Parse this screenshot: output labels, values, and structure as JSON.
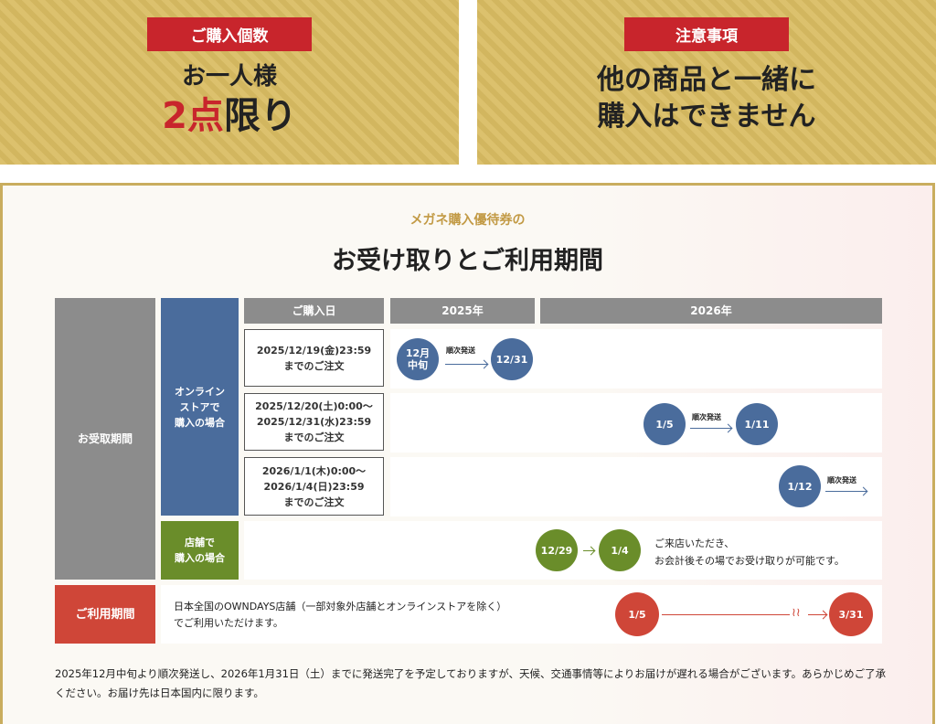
{
  "top_left": {
    "label": "ご購入個数",
    "line1": "お一人様",
    "count": "2点",
    "limit": "限り"
  },
  "top_right": {
    "label": "注意事項",
    "line1": "他の商品と一緒に",
    "line2": "購入はできません"
  },
  "section": {
    "subtitle": "メガネ購入優待券の",
    "title": "お受け取りとご利用期間"
  },
  "table": {
    "receive_label": "お受取期間",
    "online_label": "オンライン\nストアで\n購入の場合",
    "store_label": "店舗で\n購入の場合",
    "usage_label": "ご利用期間",
    "headers": [
      "ご購入日",
      "2025年",
      "2026年"
    ],
    "online_rows": [
      {
        "date": "2025/12/19(金)23:59\nまでのご注文",
        "from": "12月\n中旬",
        "ship": "順次発送",
        "to": "12/31"
      },
      {
        "date": "2025/12/20(土)0:00〜\n2025/12/31(水)23:59\nまでのご注文",
        "from": "1/5",
        "ship": "順次発送",
        "to": "1/11"
      },
      {
        "date": "2026/1/1(木)0:00〜\n2026/1/4(日)23:59\nまでのご注文",
        "from": "1/12",
        "ship": "順次発送"
      }
    ],
    "store": {
      "from": "12/29",
      "to": "1/4",
      "note": "ご来店いただき、\nお会計後その場でお受け取りが可能です。"
    },
    "usage": {
      "text": "日本全国のOWNDAYS店舗（一部対象外店舗とオンラインストアを除く）\nでご利用いただけます。",
      "from": "1/5",
      "to": "3/31"
    }
  },
  "footer": "2025年12月中旬より順次発送し、2026年1月31日（土）までに発送完了を予定しておりますが、天候、交通事情等によりお届けが遅れる場合がございます。あらかじめご了承ください。お届け先は日本国内に限ります。",
  "colors": {
    "gold": "#d9bc62",
    "red": "#c8252c",
    "blue": "#4a6c9c",
    "green": "#6a8d2a",
    "usage_red": "#cf4638"
  }
}
